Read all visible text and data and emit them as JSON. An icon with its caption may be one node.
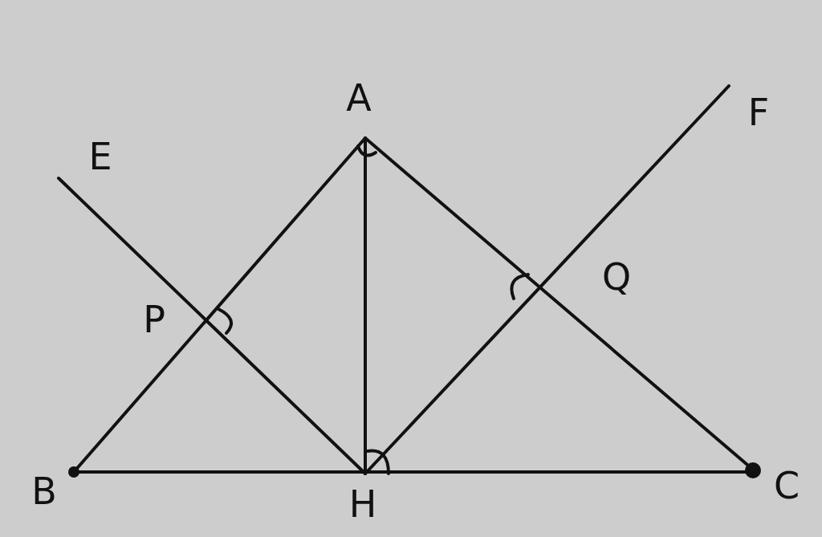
{
  "diagram": {
    "labels": [
      "A",
      "F",
      "E",
      "Q",
      "P",
      "B",
      "H",
      "C"
    ]
  }
}
